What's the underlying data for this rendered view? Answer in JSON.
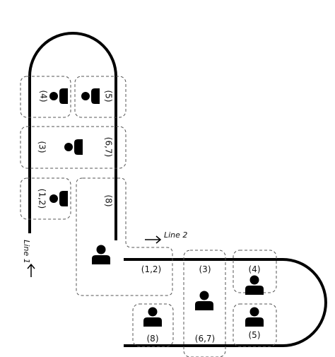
{
  "lines": {
    "line1": "Line 1",
    "line2": "Line 2"
  },
  "line1_stations": {
    "s4": "(4)",
    "s5": "(5)",
    "s3": "(3)",
    "s67": "(6,7)",
    "s12": "(1,2)",
    "s8": "(8)"
  },
  "line2_stations": {
    "s12": "(1,2)",
    "s3": "(3)",
    "s4": "(4)",
    "s8": "(8)",
    "s67": "(6,7)",
    "s5": "(5)"
  },
  "icons": {
    "operator": "person-icon",
    "machine": "machine-icon"
  },
  "colors": {
    "track": "#000000",
    "box_border": "#555555"
  }
}
